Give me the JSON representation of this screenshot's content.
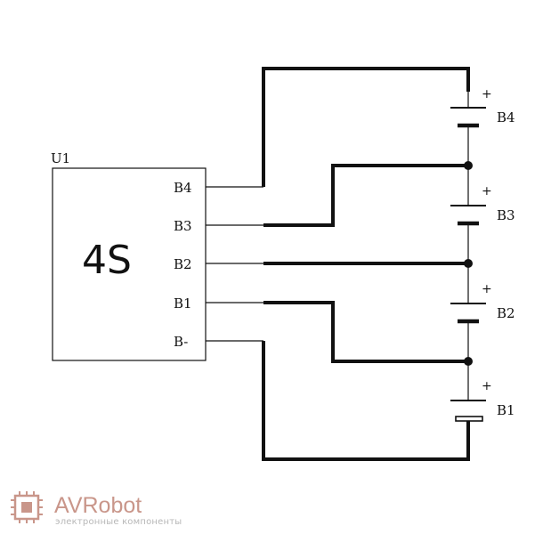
{
  "schematic": {
    "ref": "U1",
    "chip_label": "4S",
    "pins": [
      "B4",
      "B3",
      "B2",
      "B1",
      "B-"
    ],
    "cells": [
      {
        "label": "B4",
        "polarity": "+"
      },
      {
        "label": "B3",
        "polarity": "+"
      },
      {
        "label": "B2",
        "polarity": "+"
      },
      {
        "label": "B1",
        "polarity": "+"
      }
    ]
  },
  "logo": {
    "name": "AVRobot",
    "tagline": "электронные компоненты",
    "icon": "chip-icon",
    "color": "#c9968a"
  }
}
